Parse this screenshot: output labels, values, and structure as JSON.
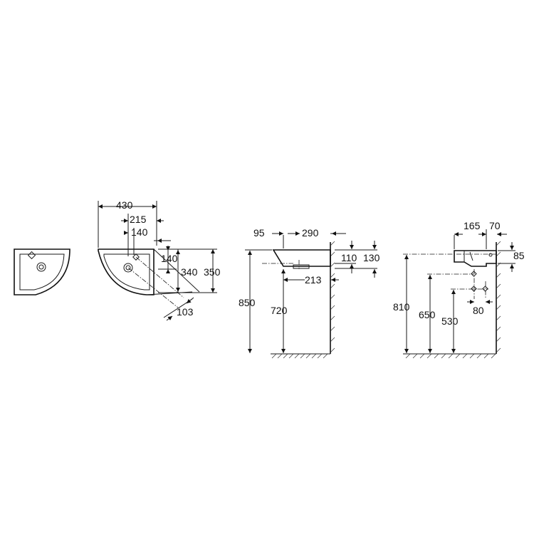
{
  "drawing": {
    "dims": {
      "top_width": "430",
      "tap_offset": "215",
      "tap_inner": "140",
      "tap_from_wall": "140",
      "depth_inner": "340",
      "depth_total": "350",
      "corner_diag": "103",
      "side_projection": "95",
      "side_width": "290",
      "bowl_depth": "110",
      "bowl_height": "130",
      "waste_offset": "213",
      "rim_height": "850",
      "waste_height": "720",
      "trap_width": "165",
      "trap_wall": "70",
      "trap_top": "85",
      "install_height": "810",
      "outlet_height": "650",
      "fix_height": "530",
      "fix_spacing": "80"
    }
  }
}
